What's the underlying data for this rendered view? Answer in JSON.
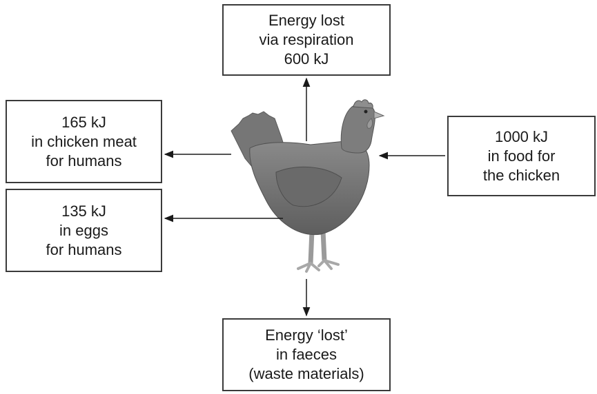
{
  "boxes": {
    "respiration": {
      "lines": [
        "Energy lost",
        "via respiration",
        "600 kJ"
      ]
    },
    "chicken_meat": {
      "lines": [
        "165 kJ",
        "in chicken meat",
        "for humans"
      ]
    },
    "eggs": {
      "lines": [
        "135 kJ",
        "in eggs",
        "for humans"
      ]
    },
    "food": {
      "lines": [
        "1000 kJ",
        "in food for",
        "the chicken"
      ]
    },
    "faeces": {
      "lines": [
        "Energy ‘lost’",
        "in faeces",
        "(waste materials)"
      ]
    }
  },
  "icons": {
    "animal": "chicken-icon"
  }
}
